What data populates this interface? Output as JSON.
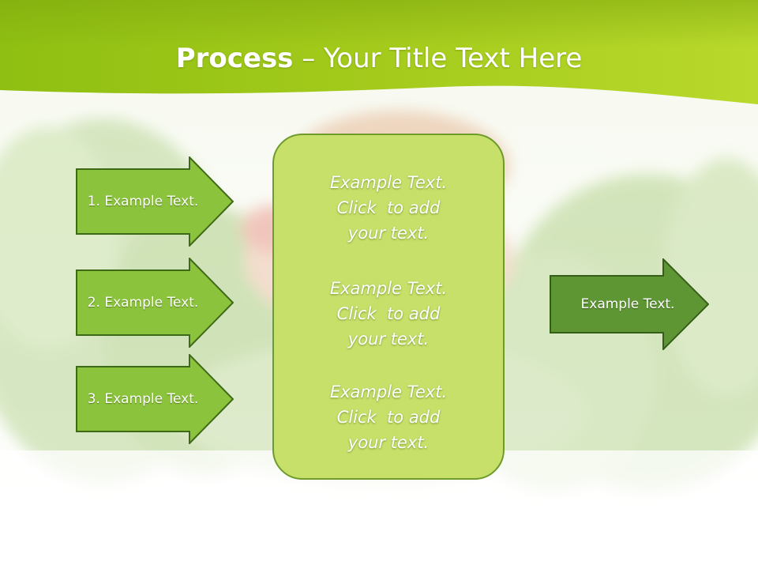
{
  "title": {
    "bold": "Process",
    "rest": " – Your Title Text Here"
  },
  "steps": [
    {
      "label": "1. Example Text."
    },
    {
      "label": "2. Example Text."
    },
    {
      "label": "3. Example Text."
    }
  ],
  "center_blocks": [
    {
      "line1": "Example Text.",
      "line2": "Click  to add",
      "line3": "your text."
    },
    {
      "line1": "Example Text.",
      "line2": "Click  to add",
      "line3": "your text."
    },
    {
      "line1": "Example Text.",
      "line2": "Click  to add",
      "line3": "your text."
    }
  ],
  "result": {
    "label": "Example Text."
  },
  "colors": {
    "header_green": "#a6cc22",
    "arrow_fill": "#8cc33c",
    "arrow_stroke": "#3e6a17",
    "box_fill": "#c6e06a",
    "result_fill": "#5f9634"
  },
  "background": {
    "description_icon": "lettuce-burger-photo"
  }
}
